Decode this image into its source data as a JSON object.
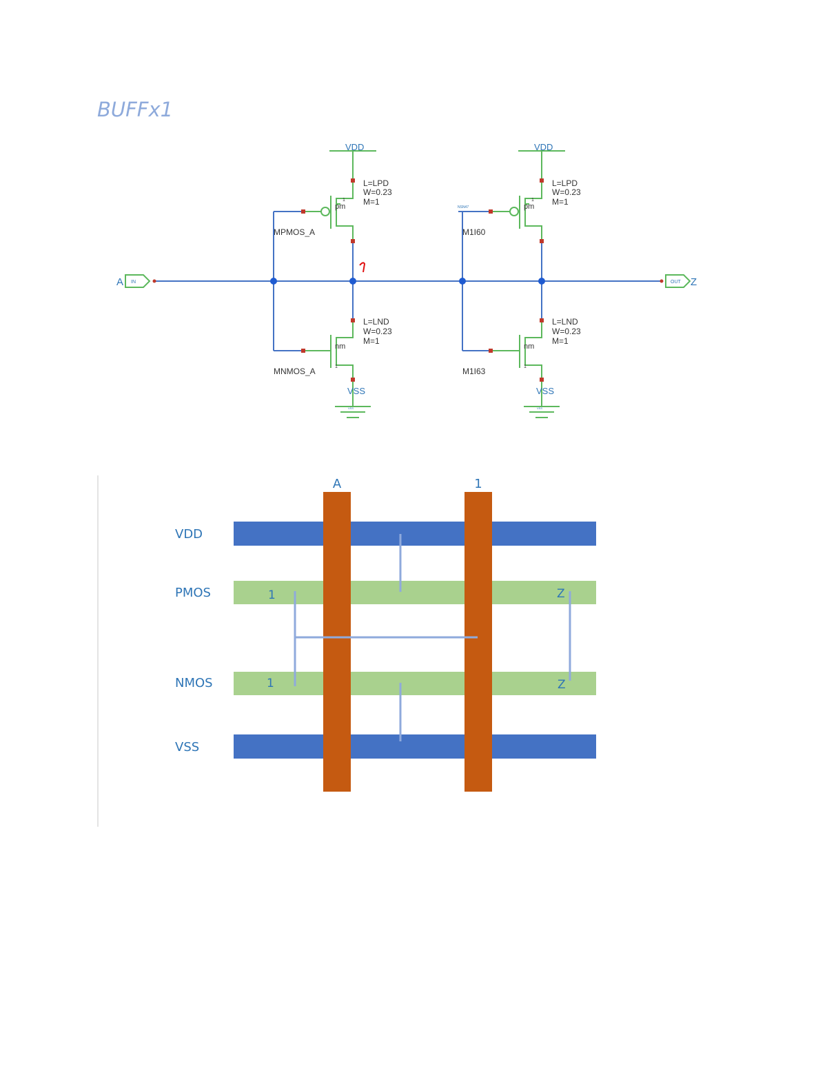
{
  "title": "BUFFx1",
  "colors": {
    "wire": "#4472c4",
    "device": "#5cb85c",
    "pin": "#c0392b",
    "net_mark": "#e01010",
    "rail": "#4472c4",
    "diffusion": "#a9d18e",
    "poly": "#c55a11",
    "connection": "#8faadc",
    "label": "#2e75b6"
  },
  "schematic": {
    "input_pin": {
      "name": "A",
      "tag": "IN"
    },
    "output_pin": {
      "name": "Z",
      "tag": "OUT"
    },
    "internal_net": "1",
    "stage1": {
      "supply": "VDD",
      "ground": "VSS",
      "ground_symbol_text": "VSS",
      "pmos": {
        "name": "MPMOS_A",
        "type": "pm",
        "pin": "1",
        "params": [
          "L=LPD",
          "W=0.23",
          "M=1"
        ]
      },
      "nmos": {
        "name": "MNMOS_A",
        "type": "nm",
        "pin": "1",
        "params": [
          "L=LND",
          "W=0.23",
          "M=1"
        ]
      }
    },
    "stage2": {
      "supply": "VDD",
      "ground": "VSS",
      "ground_symbol_text": "VSS",
      "gate_net": "NSN47",
      "pmos": {
        "name": "M1I60",
        "type": "pm",
        "pin": "1",
        "params": [
          "L=LPD",
          "W=0.23",
          "M=1"
        ]
      },
      "nmos": {
        "name": "M1I63",
        "type": "nm",
        "pin": "1",
        "params": [
          "L=LND",
          "W=0.23",
          "M=1"
        ]
      }
    }
  },
  "layout": {
    "columns": [
      "A",
      "1"
    ],
    "rows": [
      "VDD",
      "PMOS",
      "NMOS",
      "VSS"
    ],
    "pmos_nets": [
      "1",
      "Z"
    ],
    "nmos_nets": [
      "1",
      "Z"
    ]
  }
}
